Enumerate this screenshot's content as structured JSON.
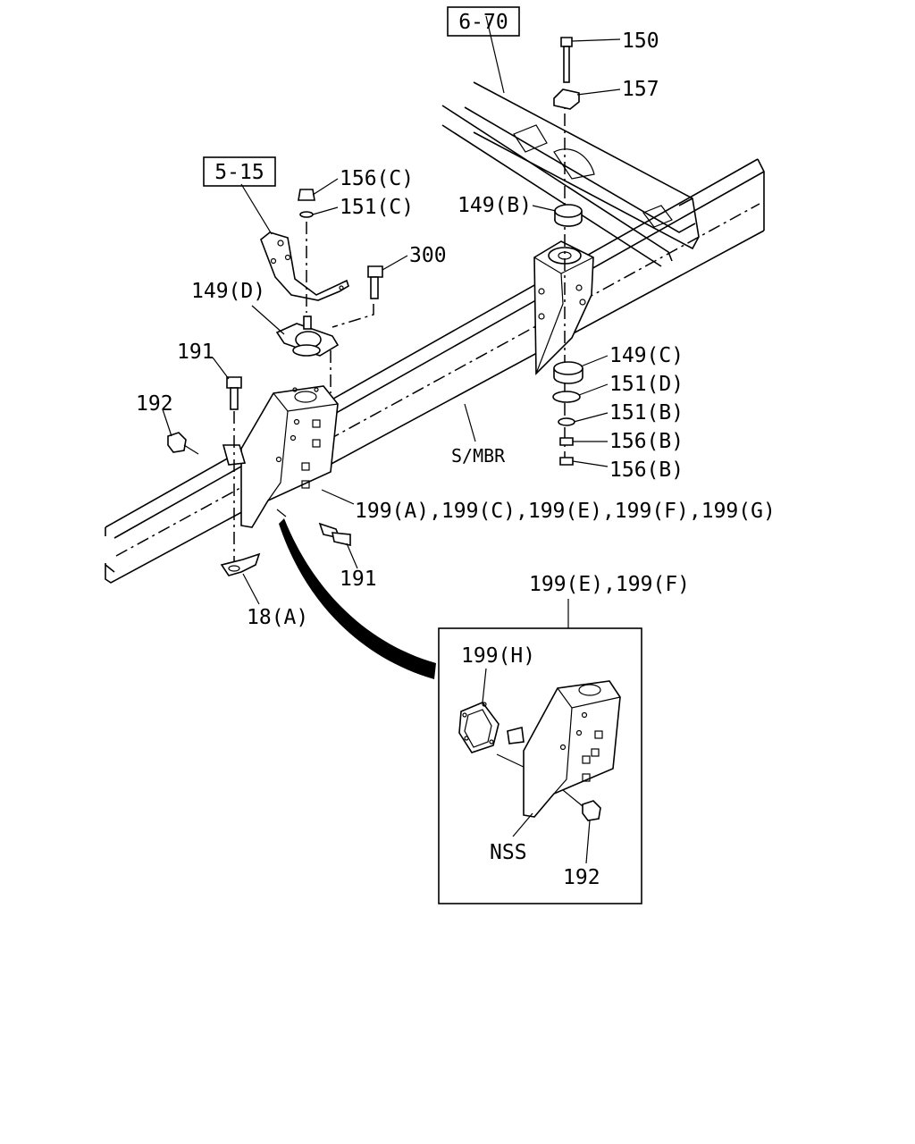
{
  "refs": {
    "r670": "6-70",
    "r515": "5-15"
  },
  "labels": {
    "p150": "150",
    "p157": "157",
    "p156c": "156(C)",
    "p151c": "151(C)",
    "p149b": "149(B)",
    "p300": "300",
    "p149d": "149(D)",
    "p191a": "191",
    "p192a": "192",
    "p149c": "149(C)",
    "p151d": "151(D)",
    "p151b": "151(B)",
    "p156b1": "156(B)",
    "p156b2": "156(B)",
    "smbr": "S/MBR",
    "p199main": "199(A),199(C),199(E),199(F),199(G)",
    "p191b": "191",
    "p18a": "18(A)",
    "p199ef": "199(E),199(F)",
    "p199h": "199(H)",
    "nss": "NSS",
    "p192b": "192"
  }
}
